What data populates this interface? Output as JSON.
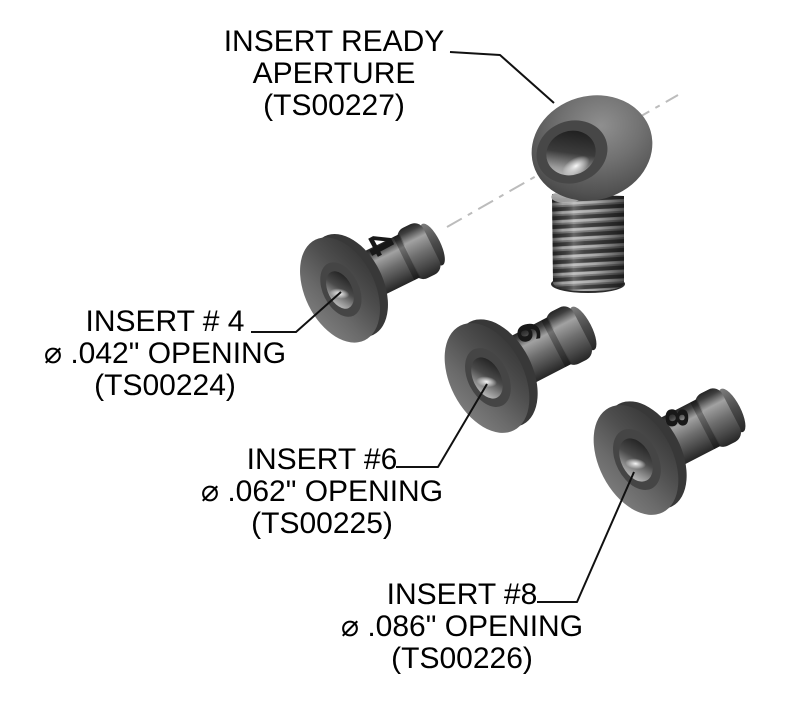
{
  "diagram": {
    "background": "#ffffff",
    "callouts": [
      {
        "line1": "INSERT READY",
        "line2": "APERTURE",
        "line3": "(TS00227)"
      },
      {
        "line1": "INSERT # 4",
        "line2": "⌀ .042\" OPENING",
        "line3": "(TS00224)"
      },
      {
        "line1": "INSERT #6",
        "line2": "⌀ .062\" OPENING",
        "line3": "(TS00225)"
      },
      {
        "line1": "INSERT #8",
        "line2": "⌀ .086\" OPENING",
        "line3": "(TS00226)"
      }
    ],
    "parts": [
      {
        "name": "Insert ready aperture",
        "part_number": "TS00227",
        "marking": ""
      },
      {
        "name": "Insert #4",
        "part_number": "TS00224",
        "opening": "⌀ .042\"",
        "marking": "4"
      },
      {
        "name": "Insert #6",
        "part_number": "TS00225",
        "opening": "⌀ .062\"",
        "marking": "6"
      },
      {
        "name": "Insert #8",
        "part_number": "TS00226",
        "opening": "⌀ .086\"",
        "marking": "8"
      }
    ],
    "colors": {
      "text": "#000000",
      "leader_line": "#111111",
      "centerline": "#bcbcbc",
      "metal_dark": "#2a2a2a",
      "metal_mid": "#5d5d5d",
      "metal_light": "#a6a6a6"
    }
  }
}
